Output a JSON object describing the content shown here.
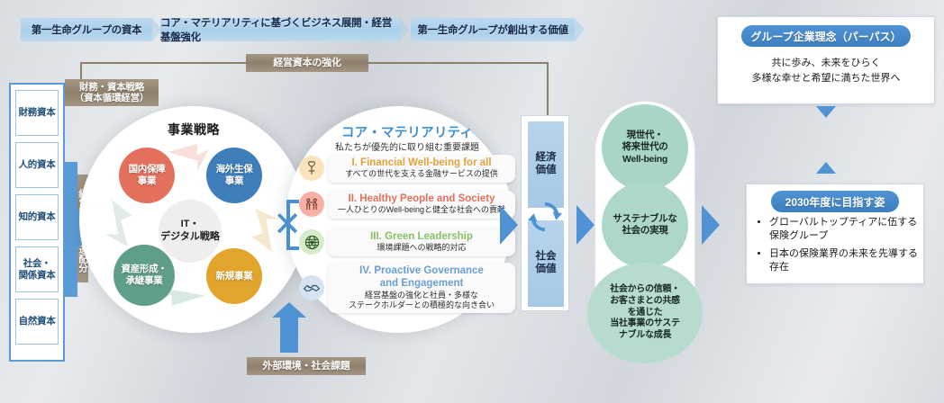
{
  "headers": [
    {
      "label": "第一生命グループの資本"
    },
    {
      "label": "コア・マテリアリティに基づくビジネス展開・経営基盤強化"
    },
    {
      "label": "第一生命グループが創出する価値"
    }
  ],
  "labels": {
    "strengthen_capital": "経営資本の強化",
    "financial_strategy": "財務・資本戦略",
    "financial_strategy_sub": "（資本循環経営）",
    "optimal_allocation": "経営資本の最適配分",
    "external_environment": "外部環境・社会課題"
  },
  "capitals": [
    {
      "label": "財務資本"
    },
    {
      "label": "人的資本"
    },
    {
      "label": "知的資本"
    },
    {
      "label": "社会・\n関係資本"
    },
    {
      "label": "自然資本"
    }
  ],
  "business_strategy": {
    "title": "事業戦略",
    "center": "IT・\nデジタル戦略",
    "segments": [
      {
        "label": "国内保障\n事業",
        "color": "#e2705d"
      },
      {
        "label": "海外生保\n事業",
        "color": "#3d7ebb"
      },
      {
        "label": "新規事業",
        "color": "#e0a52a"
      },
      {
        "label": "資産形成・\n承継事業",
        "color": "#5f9e8b"
      }
    ]
  },
  "materiality": {
    "title": "コア・マテリアリティ",
    "subtitle": "私たちが優先的に取り組む重要課題",
    "items": [
      {
        "icon": "venus-heart-icon",
        "title": "I. Financial Well-being for all",
        "desc": "すべての世代を支える金融サービスの提供",
        "color": "#e4a33c"
      },
      {
        "icon": "people-icon",
        "title": "II. Healthy People and Society",
        "desc": "一人ひとりのWell-beingと健全な社会への貢献",
        "color": "#e4705c"
      },
      {
        "icon": "globe-heart-icon",
        "title": "III. Green Leadership",
        "desc": "環境課題への戦略的対応",
        "color": "#88c06a"
      },
      {
        "icon": "handshake-icon",
        "title": "IV. Proactive Governance\nand Engagement",
        "desc": "経営基盤の強化と社員・多様な\nステークホルダーとの積極的な向き合い",
        "color": "#6a9fd0"
      }
    ]
  },
  "value_column": {
    "economic": "経済\n価値",
    "social": "社会\n価値",
    "cycle_icon": "circular-arrow-icon"
  },
  "outcomes": [
    {
      "label": "現世代・\n将来世代の\nWell-being"
    },
    {
      "label": "サステナブルな\n社会の実現"
    },
    {
      "label": "社会からの信頼・\nお客さまとの共感\nを通じた\n当社事業のサステ\nナブルな成長"
    }
  ],
  "purpose_box": {
    "pill": "グループ企業理念（パーパス）",
    "text": "共に歩み、未来をひらく\n多様な幸せと希望に満ちた世界へ"
  },
  "vision_box": {
    "pill": "2030年度に目指す姿",
    "items": [
      "グローバルトップティアに伍する保険グループ",
      "日本の保険業界の未来を先導する存在"
    ]
  },
  "colors": {
    "accent_blue": "#4f93d4",
    "header_pill": "#a9cfea",
    "brown": "#8e7f6c",
    "teal": "#a9d5c8"
  }
}
